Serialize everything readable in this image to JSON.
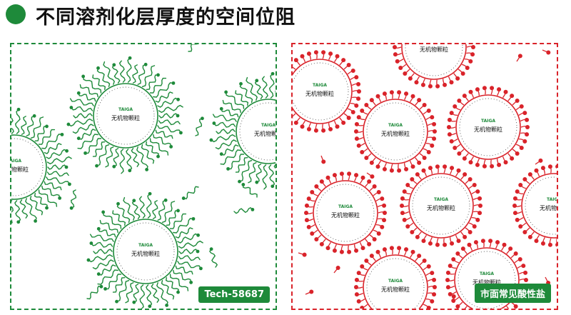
{
  "title": "不同溶剂化层厚度的空间位阻",
  "particle": {
    "brand": "TAIGA",
    "label": "无机物颗粒"
  },
  "left": {
    "tag": "Tech-58687",
    "color": "#1e8a3a"
  },
  "right": {
    "tag": "市面常见酸性盐",
    "color": "#d9232a"
  }
}
